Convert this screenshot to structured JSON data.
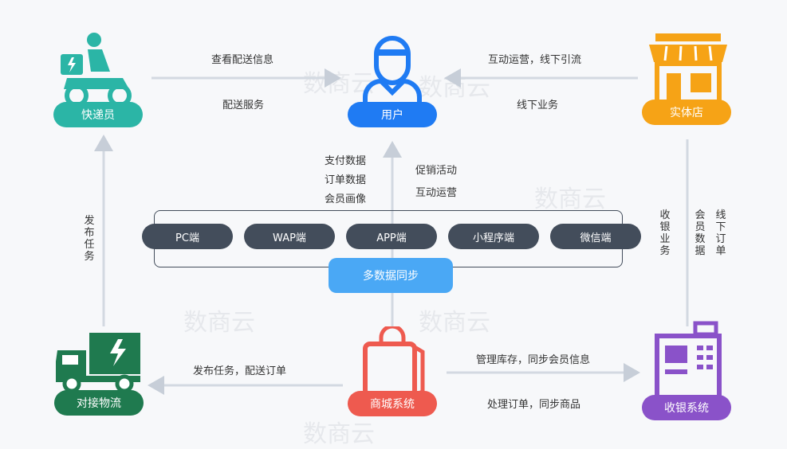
{
  "watermark": "数商云",
  "nodes": {
    "courier": "快递员",
    "user": "用户",
    "store": "实体店",
    "logistics": "对接物流",
    "mall": "商城系统",
    "cashier": "收银系统"
  },
  "flows": {
    "courier_user_top": "查看配送信息",
    "courier_user_bottom": "配送服务",
    "user_store_top": "互动运营，线下引流",
    "user_store_bottom": "线下业务",
    "to_user": [
      "支付数据",
      "订单数据",
      "会员画像"
    ],
    "from_user": [
      "促销活动",
      "互动运营"
    ],
    "publish_task_vertical": "发布任务",
    "cashier_business_vertical": "收银业务",
    "member_data_vertical": "会员数据",
    "offline_order_vertical": "线下订单",
    "mall_logistics": "发布任务，配送订单",
    "mall_cashier_top": "管理库存，同步会员信息",
    "mall_cashier_bottom": "处理订单，同步商品"
  },
  "channels": [
    "PC端",
    "WAP端",
    "APP端",
    "小程序端",
    "微信端"
  ],
  "sync_label": "多数据同步",
  "colors": {
    "courier": "#2bb5a6",
    "user": "#1f7bf3",
    "store": "#f6a316",
    "logistics": "#1f7a4f",
    "mall": "#ee5a4f",
    "cashier": "#8a52c9",
    "channel": "#434d5b",
    "sync": "#4aa8f5"
  }
}
